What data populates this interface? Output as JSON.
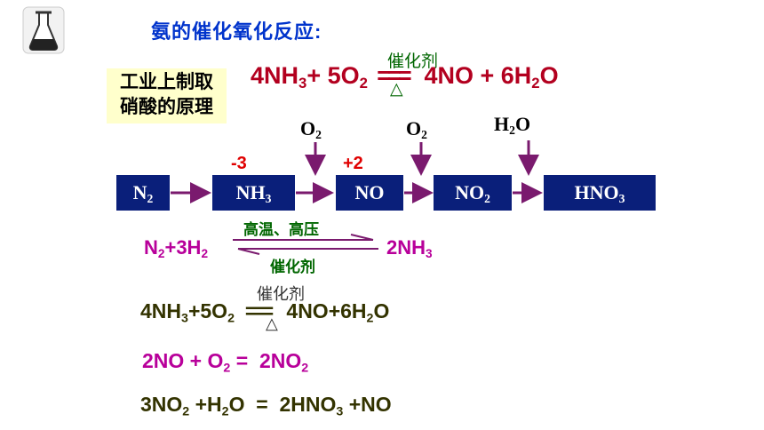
{
  "title": "氨的催化氧化反应:",
  "label": [
    "工业上制取",
    "硝酸的原理"
  ],
  "main_equation": {
    "reactants": "4NH3+ 5O2",
    "products": "4NO + 6H2O",
    "catalyst": "催化剂",
    "heat": "△"
  },
  "flow": {
    "boxes": [
      "N2",
      "NH3",
      "NO",
      "NO2",
      "HNO3"
    ],
    "reagents": [
      "O2",
      "O2",
      "H2O"
    ],
    "oxidation_states": [
      "-3",
      "+2"
    ]
  },
  "synthesis": {
    "left": "N2+3H2",
    "right": "2NH3",
    "condition_top": "高温、高压",
    "condition_bottom": "催化剂"
  },
  "equations": [
    {
      "left": "4NH3+5O2",
      "right": "4NO+6H2O",
      "catalyst": "催化剂",
      "heat": "△"
    },
    {
      "text": "2NO + O2 = 2NO2"
    },
    {
      "text": "3NO2 +H2O = 2HNO3 +NO"
    }
  ],
  "colors": {
    "title": "#0033cc",
    "main_equation": "#b3001f",
    "box_fill": "#0a1f7a",
    "arrow": "#7a1a6e",
    "equation_dark": "#333300",
    "equation_magenta": "#b8009a",
    "condition_green": "#006600",
    "label_bg": "#ffffcc"
  },
  "icons": [
    "flask-icon"
  ]
}
